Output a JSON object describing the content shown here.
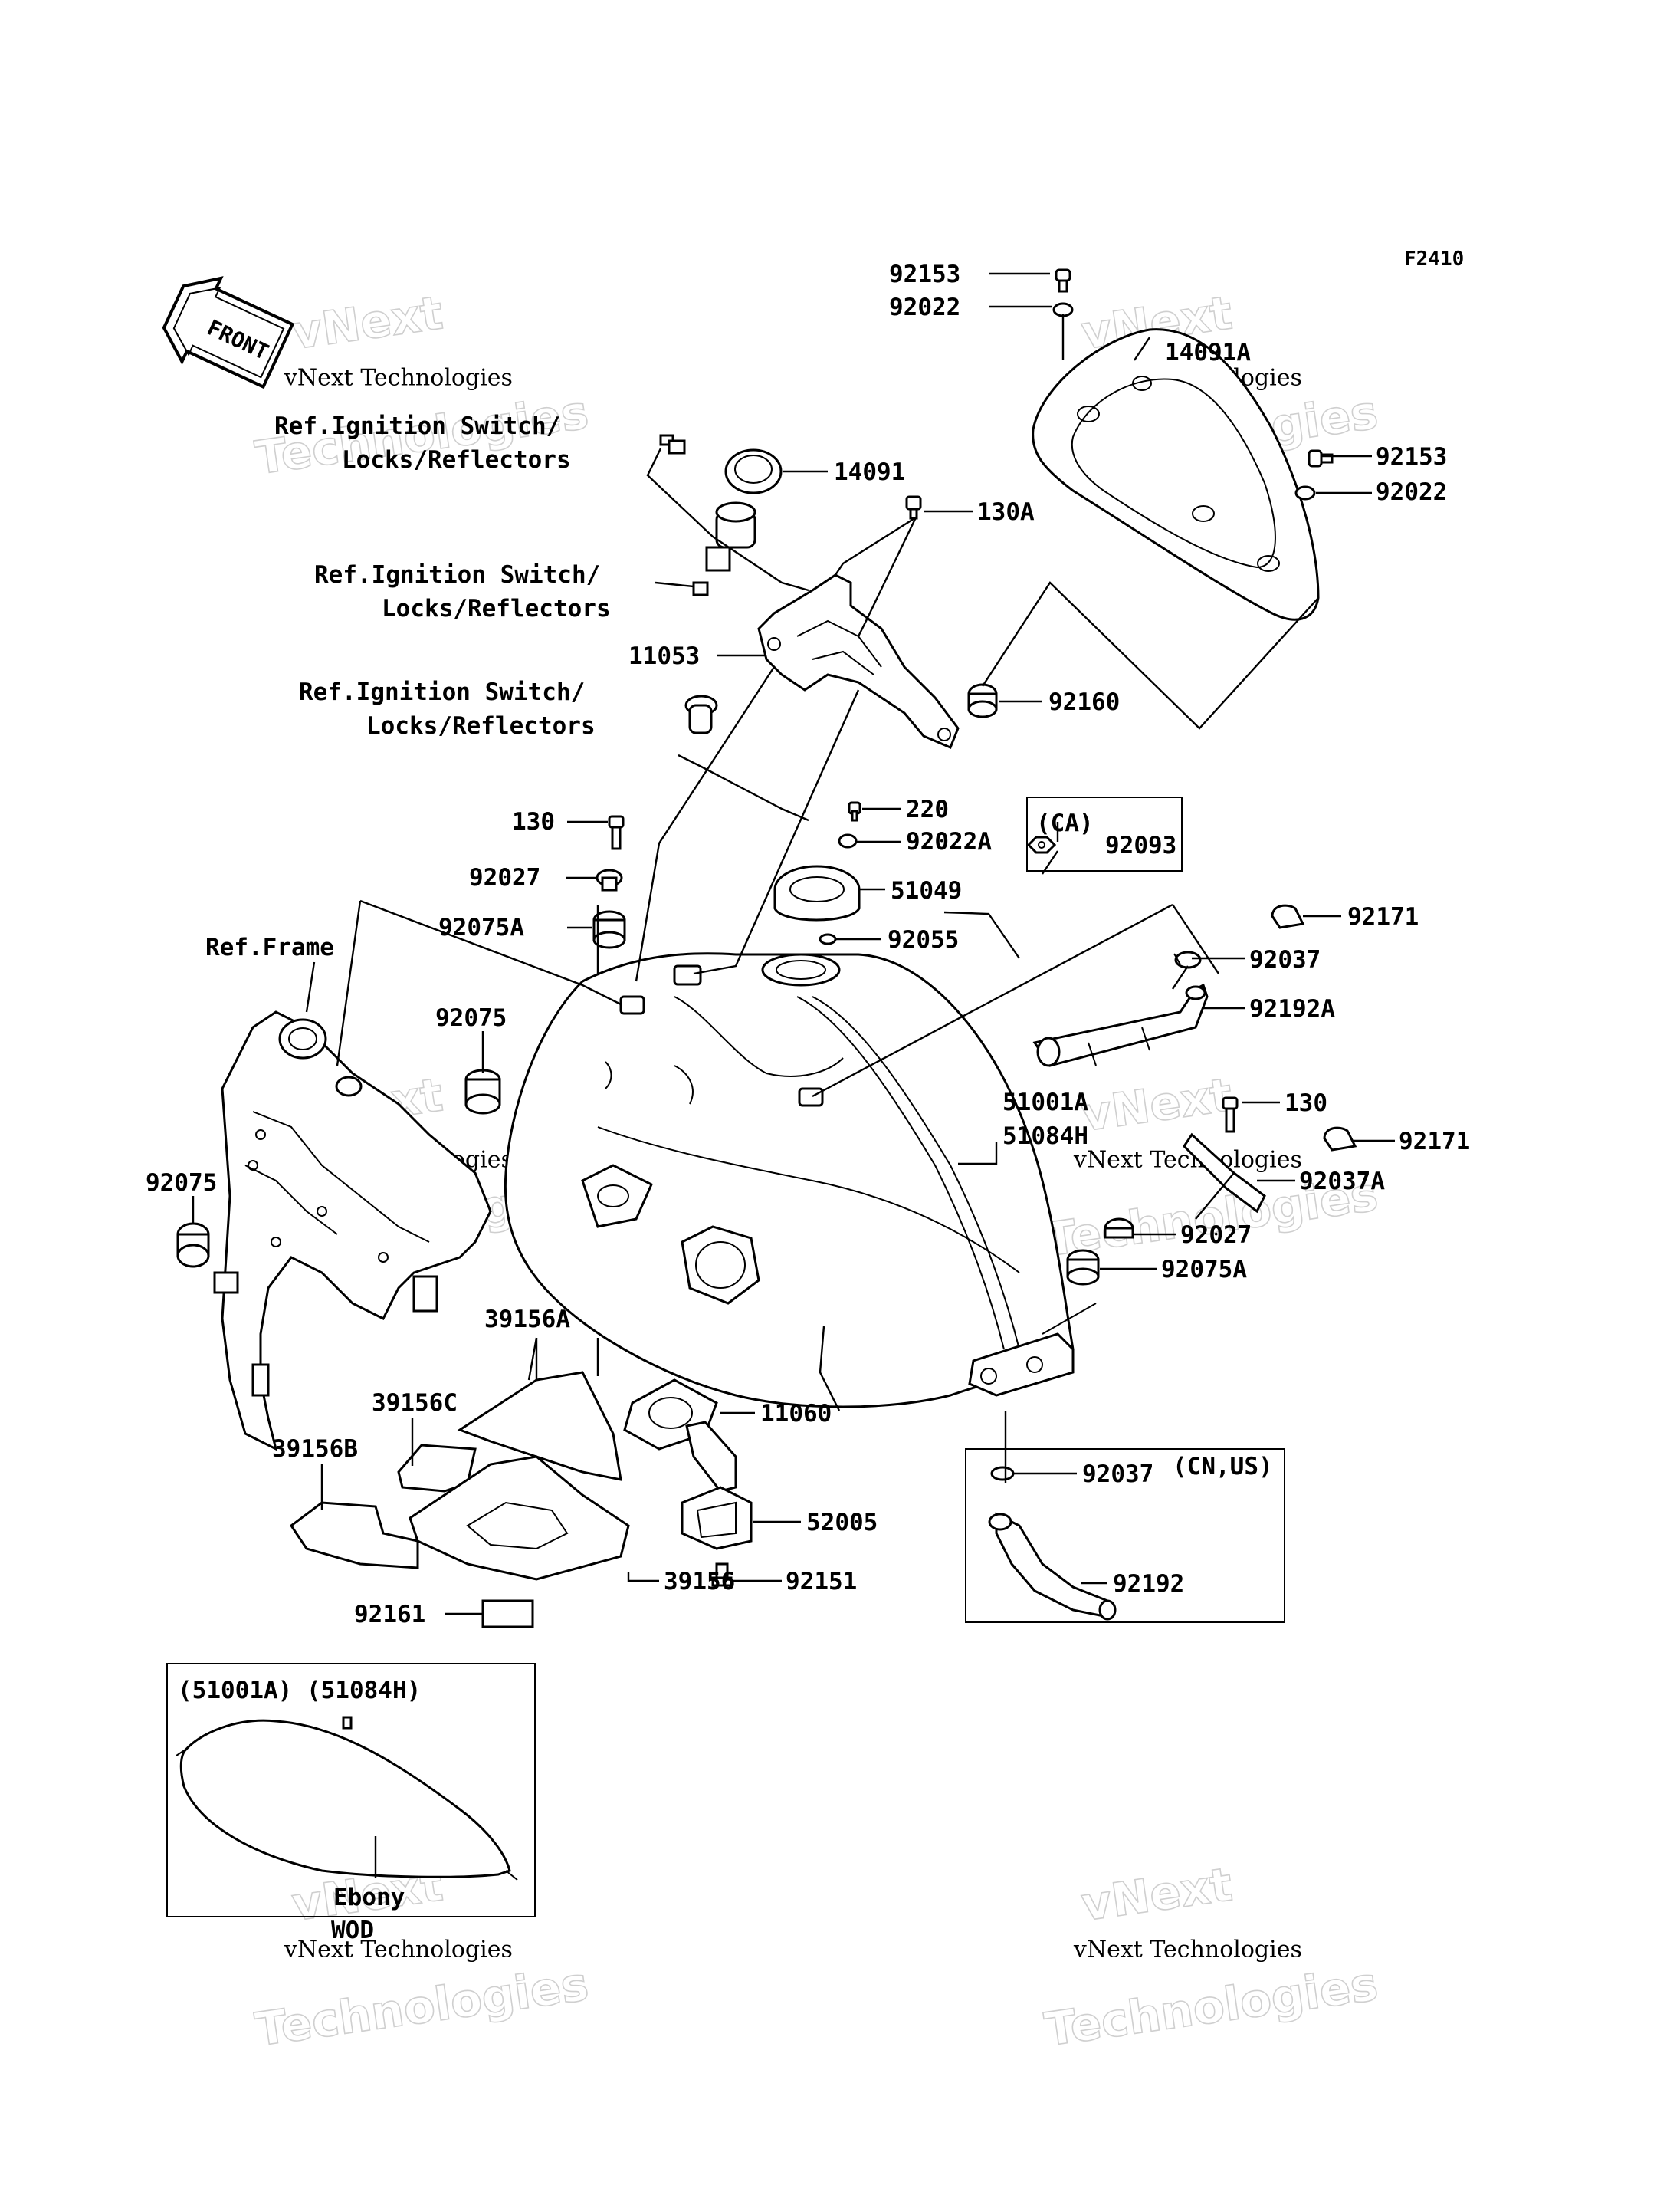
{
  "figure_code": "F2410",
  "front_label": "FRONT",
  "watermark": {
    "line1": "vNext",
    "line2": "vNext Technologies",
    "line3": "Technologies"
  },
  "refs": {
    "ignition_1_line1": "Ref.Ignition Switch/",
    "ignition_1_line2": "Locks/Reflectors",
    "ignition_2_line1": "Ref.Ignition Switch/",
    "ignition_2_line2": "Locks/Reflectors",
    "ignition_3_line1": "Ref.Ignition Switch/",
    "ignition_3_line2": "Locks/Reflectors",
    "frame": "Ref.Frame"
  },
  "callouts": {
    "p92153_top": "92153",
    "p92022_top": "92022",
    "p14091A": "14091A",
    "p92153_right": "92153",
    "p92022_right": "92022",
    "p14091": "14091",
    "p130A": "130A",
    "p11053": "11053",
    "p92160": "92160",
    "p220": "220",
    "p92022A": "92022A",
    "p130_left": "130",
    "p92027_left": "92027",
    "p51049": "51049",
    "p92075A_left": "92075A",
    "p92055": "92055",
    "p92075_mid": "92075",
    "p92075_left": "92075",
    "p51001A": "51001A",
    "p51084H": "51084H",
    "p92171_top": "92171",
    "p92037": "92037",
    "p92192A": "92192A",
    "p130_right": "130",
    "p92171_right": "92171",
    "p92037A": "92037A",
    "p92027_right": "92027",
    "p92075A_right": "92075A",
    "p39156A": "39156A",
    "p39156C": "39156C",
    "p39156B": "39156B",
    "p11060": "11060",
    "p52005": "52005",
    "p39156": "39156",
    "p92151": "92151",
    "p92161": "92161",
    "p92037_lower": "92037",
    "p92192": "92192",
    "p92093": "92093"
  },
  "boxes": {
    "ca_header": "(CA)",
    "cn_us_header": "(CN,US)",
    "color_box_header": "(51001A) (51084H)",
    "color_name": "Ebony",
    "color_code": "WOD"
  }
}
